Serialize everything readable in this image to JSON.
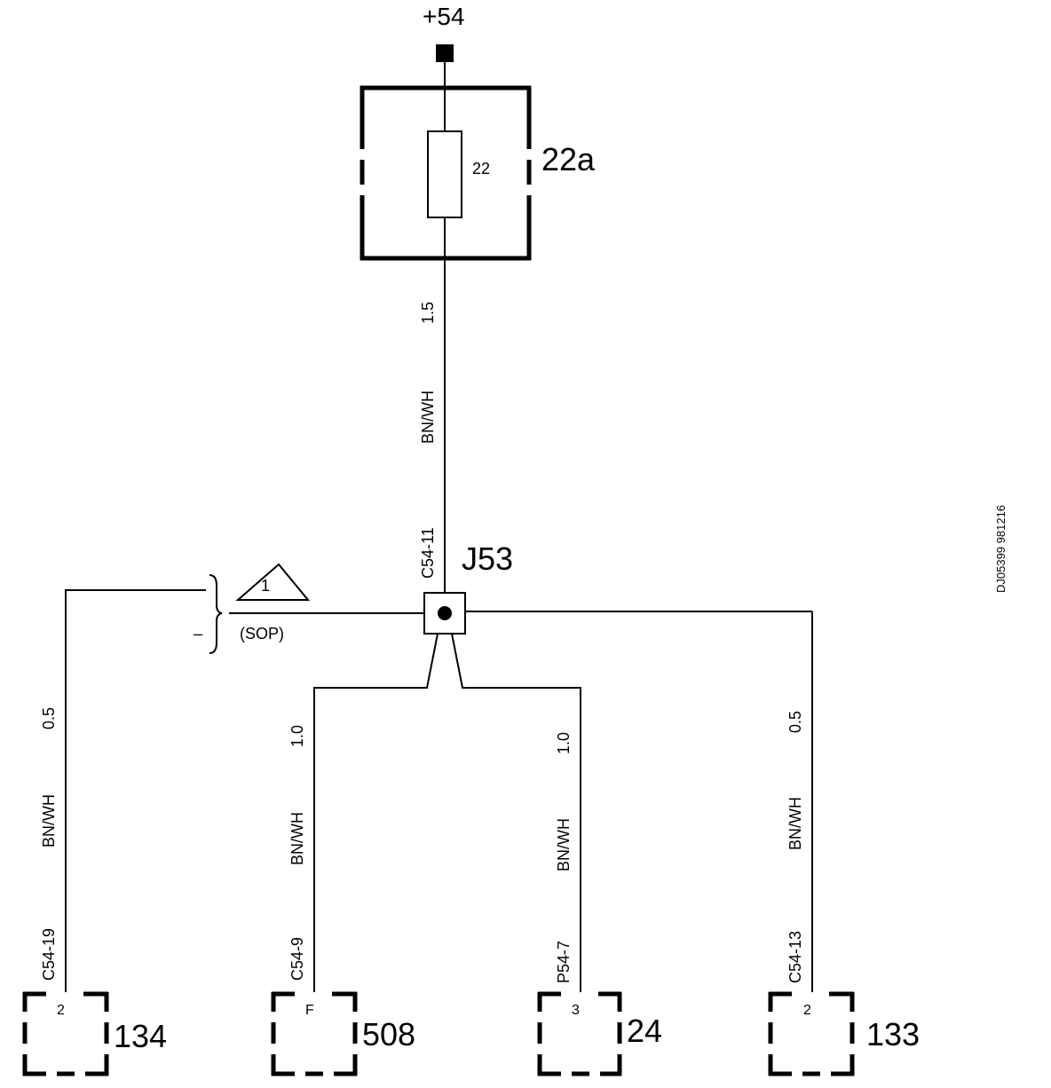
{
  "supply": {
    "label": "+54"
  },
  "fuse_box": {
    "id": "22a",
    "fuse_number": "22"
  },
  "feed_wire": {
    "size": "1.5",
    "color": "BN/WH"
  },
  "junction": {
    "id": "J53",
    "pin": "C54-11"
  },
  "note": {
    "number": "1",
    "text": "(SOP)",
    "dash": "–"
  },
  "branches": [
    {
      "size": "0.5",
      "color": "BN/WH",
      "pin": "C54-19",
      "terminal": "2",
      "component": "134"
    },
    {
      "size": "1.0",
      "color": "BN/WH",
      "pin": "C54-9",
      "terminal": "F",
      "component": "508"
    },
    {
      "size": "1.0",
      "color": "BN/WH",
      "pin": "P54-7",
      "terminal": "3",
      "component": "24"
    },
    {
      "size": "0.5",
      "color": "BN/WH",
      "pin": "C54-13",
      "terminal": "2",
      "component": "133"
    }
  ],
  "document_id": "DJ05399 981216"
}
